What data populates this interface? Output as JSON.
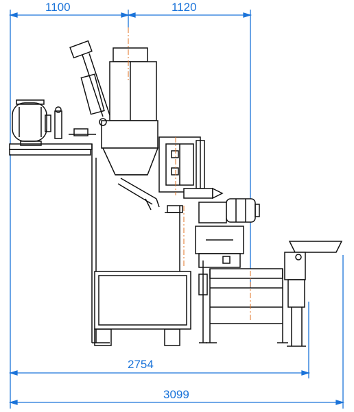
{
  "dimensions": {
    "top_left": "1100",
    "top_right": "1120",
    "overall_inner": "2754",
    "overall_total": "3099"
  },
  "colors": {
    "dimension": "#1a73d9",
    "linework": "#111111",
    "centerline": "#e07020"
  }
}
